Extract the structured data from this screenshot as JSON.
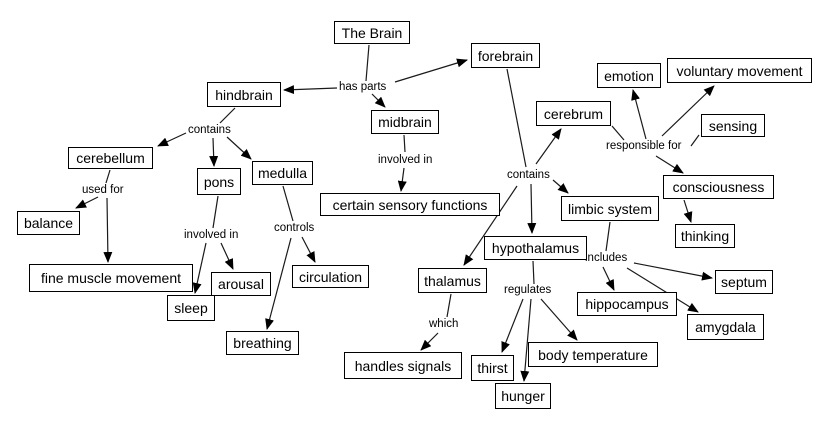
{
  "diagram": {
    "type": "concept-map",
    "title": "The Brain",
    "background_color": "#ffffff",
    "node_fill_color": "#ffffff",
    "node_border_color": "#000000",
    "line_color": "#000000",
    "text_color": "#000000",
    "nodes": [
      {
        "id": "the-brain",
        "label": "The Brain"
      },
      {
        "id": "hindbrain",
        "label": "hindbrain"
      },
      {
        "id": "forebrain",
        "label": "forebrain"
      },
      {
        "id": "midbrain",
        "label": "midbrain"
      },
      {
        "id": "cerebellum",
        "label": "cerebellum"
      },
      {
        "id": "pons",
        "label": "pons"
      },
      {
        "id": "medulla",
        "label": "medulla"
      },
      {
        "id": "certain-sensory-functions",
        "label": "certain sensory functions"
      },
      {
        "id": "balance",
        "label": "balance"
      },
      {
        "id": "fine-muscle-movement",
        "label": "fine muscle movement"
      },
      {
        "id": "sleep",
        "label": "sleep"
      },
      {
        "id": "arousal",
        "label": "arousal"
      },
      {
        "id": "circulation",
        "label": "circulation"
      },
      {
        "id": "breathing",
        "label": "breathing"
      },
      {
        "id": "handles-signals",
        "label": "handles signals"
      },
      {
        "id": "thalamus",
        "label": "thalamus"
      },
      {
        "id": "hypothalamus",
        "label": "hypothalamus"
      },
      {
        "id": "thirst",
        "label": "thirst"
      },
      {
        "id": "hunger",
        "label": "hunger"
      },
      {
        "id": "body-temperature",
        "label": "body temperature"
      },
      {
        "id": "cerebrum",
        "label": "cerebrum"
      },
      {
        "id": "limbic-system",
        "label": "limbic system"
      },
      {
        "id": "emotion",
        "label": "emotion"
      },
      {
        "id": "voluntary-movement",
        "label": "voluntary movement"
      },
      {
        "id": "sensing",
        "label": "sensing"
      },
      {
        "id": "consciousness",
        "label": "consciousness"
      },
      {
        "id": "thinking",
        "label": "thinking"
      },
      {
        "id": "septum",
        "label": "septum"
      },
      {
        "id": "hippocampus",
        "label": "hippocampus"
      },
      {
        "id": "amygdala",
        "label": "amygdala"
      }
    ],
    "edge_labels": [
      {
        "text": "has parts"
      },
      {
        "text": "contains"
      },
      {
        "text": "used for"
      },
      {
        "text": "involved in"
      },
      {
        "text": "controls"
      },
      {
        "text": "involved in"
      },
      {
        "text": "contains"
      },
      {
        "text": "responsible for"
      },
      {
        "text": "includes"
      },
      {
        "text": "regulates"
      },
      {
        "text": "which"
      }
    ],
    "relations": [
      {
        "from": "The Brain",
        "label": "has parts",
        "to": "hindbrain"
      },
      {
        "from": "The Brain",
        "label": "has parts",
        "to": "forebrain"
      },
      {
        "from": "The Brain",
        "label": "has parts",
        "to": "midbrain"
      },
      {
        "from": "hindbrain",
        "label": "contains",
        "to": "cerebellum"
      },
      {
        "from": "hindbrain",
        "label": "contains",
        "to": "pons"
      },
      {
        "from": "hindbrain",
        "label": "contains",
        "to": "medulla"
      },
      {
        "from": "cerebellum",
        "label": "used for",
        "to": "balance"
      },
      {
        "from": "cerebellum",
        "label": "used for",
        "to": "fine muscle movement"
      },
      {
        "from": "pons",
        "label": "involved in",
        "to": "sleep"
      },
      {
        "from": "pons",
        "label": "involved in",
        "to": "arousal"
      },
      {
        "from": "medulla",
        "label": "controls",
        "to": "circulation"
      },
      {
        "from": "medulla",
        "label": "controls",
        "to": "breathing"
      },
      {
        "from": "midbrain",
        "label": "involved in",
        "to": "certain sensory functions"
      },
      {
        "from": "forebrain",
        "label": "contains",
        "to": "cerebrum"
      },
      {
        "from": "forebrain",
        "label": "contains",
        "to": "limbic system"
      },
      {
        "from": "forebrain",
        "label": "contains",
        "to": "hypothalamus"
      },
      {
        "from": "forebrain",
        "label": "contains",
        "to": "thalamus"
      },
      {
        "from": "cerebrum",
        "label": "responsible for",
        "to": "emotion"
      },
      {
        "from": "cerebrum",
        "label": "responsible for",
        "to": "voluntary movement"
      },
      {
        "from": "cerebrum",
        "label": "responsible for",
        "to": "sensing"
      },
      {
        "from": "cerebrum",
        "label": "responsible for",
        "to": "consciousness"
      },
      {
        "from": "consciousness",
        "label": "",
        "to": "thinking"
      },
      {
        "from": "limbic system",
        "label": "includes",
        "to": "hippocampus"
      },
      {
        "from": "limbic system",
        "label": "includes",
        "to": "septum"
      },
      {
        "from": "limbic system",
        "label": "includes",
        "to": "amygdala"
      },
      {
        "from": "hypothalamus",
        "label": "regulates",
        "to": "thirst"
      },
      {
        "from": "hypothalamus",
        "label": "regulates",
        "to": "hunger"
      },
      {
        "from": "hypothalamus",
        "label": "regulates",
        "to": "body temperature"
      },
      {
        "from": "thalamus",
        "label": "which",
        "to": "handles signals"
      }
    ]
  }
}
